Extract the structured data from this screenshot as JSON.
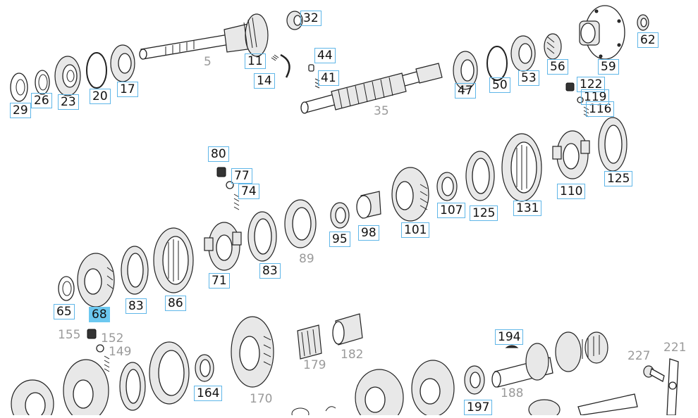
{
  "diagram": {
    "callouts": [
      {
        "id": "5",
        "label": "5",
        "linked": false,
        "selected": false
      },
      {
        "id": "11",
        "label": "11",
        "linked": true,
        "selected": false
      },
      {
        "id": "14",
        "label": "14",
        "linked": true,
        "selected": false
      },
      {
        "id": "17",
        "label": "17",
        "linked": true,
        "selected": false
      },
      {
        "id": "20",
        "label": "20",
        "linked": true,
        "selected": false
      },
      {
        "id": "23",
        "label": "23",
        "linked": true,
        "selected": false
      },
      {
        "id": "26",
        "label": "26",
        "linked": true,
        "selected": false
      },
      {
        "id": "29",
        "label": "29",
        "linked": true,
        "selected": false
      },
      {
        "id": "32",
        "label": "32",
        "linked": true,
        "selected": false
      },
      {
        "id": "35",
        "label": "35",
        "linked": false,
        "selected": false
      },
      {
        "id": "41",
        "label": "41",
        "linked": true,
        "selected": false
      },
      {
        "id": "44",
        "label": "44",
        "linked": true,
        "selected": false
      },
      {
        "id": "47",
        "label": "47",
        "linked": true,
        "selected": false
      },
      {
        "id": "50",
        "label": "50",
        "linked": true,
        "selected": false
      },
      {
        "id": "53",
        "label": "53",
        "linked": true,
        "selected": false
      },
      {
        "id": "56",
        "label": "56",
        "linked": true,
        "selected": false
      },
      {
        "id": "59",
        "label": "59",
        "linked": true,
        "selected": false
      },
      {
        "id": "62",
        "label": "62",
        "linked": true,
        "selected": false
      },
      {
        "id": "65",
        "label": "65",
        "linked": true,
        "selected": false
      },
      {
        "id": "68",
        "label": "68",
        "linked": true,
        "selected": true
      },
      {
        "id": "71",
        "label": "71",
        "linked": true,
        "selected": false
      },
      {
        "id": "74",
        "label": "74",
        "linked": true,
        "selected": false
      },
      {
        "id": "77",
        "label": "77",
        "linked": true,
        "selected": false
      },
      {
        "id": "80",
        "label": "80",
        "linked": true,
        "selected": false
      },
      {
        "id": "83a",
        "label": "83",
        "linked": true,
        "selected": false
      },
      {
        "id": "83b",
        "label": "83",
        "linked": true,
        "selected": false
      },
      {
        "id": "86",
        "label": "86",
        "linked": true,
        "selected": false
      },
      {
        "id": "89",
        "label": "89",
        "linked": false,
        "selected": false
      },
      {
        "id": "95",
        "label": "95",
        "linked": true,
        "selected": false
      },
      {
        "id": "98",
        "label": "98",
        "linked": true,
        "selected": false
      },
      {
        "id": "101",
        "label": "101",
        "linked": true,
        "selected": false
      },
      {
        "id": "107",
        "label": "107",
        "linked": true,
        "selected": false
      },
      {
        "id": "110",
        "label": "110",
        "linked": true,
        "selected": false
      },
      {
        "id": "116",
        "label": "116",
        "linked": true,
        "selected": false
      },
      {
        "id": "119",
        "label": "119",
        "linked": true,
        "selected": false
      },
      {
        "id": "122",
        "label": "122",
        "linked": true,
        "selected": false
      },
      {
        "id": "125a",
        "label": "125",
        "linked": true,
        "selected": false
      },
      {
        "id": "125b",
        "label": "125",
        "linked": true,
        "selected": false
      },
      {
        "id": "131",
        "label": "131",
        "linked": true,
        "selected": false
      },
      {
        "id": "149",
        "label": "149",
        "linked": false,
        "selected": false
      },
      {
        "id": "152",
        "label": "152",
        "linked": false,
        "selected": false
      },
      {
        "id": "155",
        "label": "155",
        "linked": false,
        "selected": false
      },
      {
        "id": "164",
        "label": "164",
        "linked": true,
        "selected": false
      },
      {
        "id": "170",
        "label": "170",
        "linked": false,
        "selected": false
      },
      {
        "id": "179",
        "label": "179",
        "linked": false,
        "selected": false
      },
      {
        "id": "182",
        "label": "182",
        "linked": false,
        "selected": false
      },
      {
        "id": "188",
        "label": "188",
        "linked": false,
        "selected": false
      },
      {
        "id": "194",
        "label": "194",
        "linked": true,
        "selected": false
      },
      {
        "id": "197",
        "label": "197",
        "linked": true,
        "selected": false
      },
      {
        "id": "221",
        "label": "221",
        "linked": false,
        "selected": false
      },
      {
        "id": "227",
        "label": "227",
        "linked": false,
        "selected": false
      }
    ],
    "colors": {
      "link_border": "#5fb6e8",
      "selected_fill": "#6cc8f0",
      "unlinked_text": "#9a9a9a",
      "line_art": "#222222"
    }
  }
}
